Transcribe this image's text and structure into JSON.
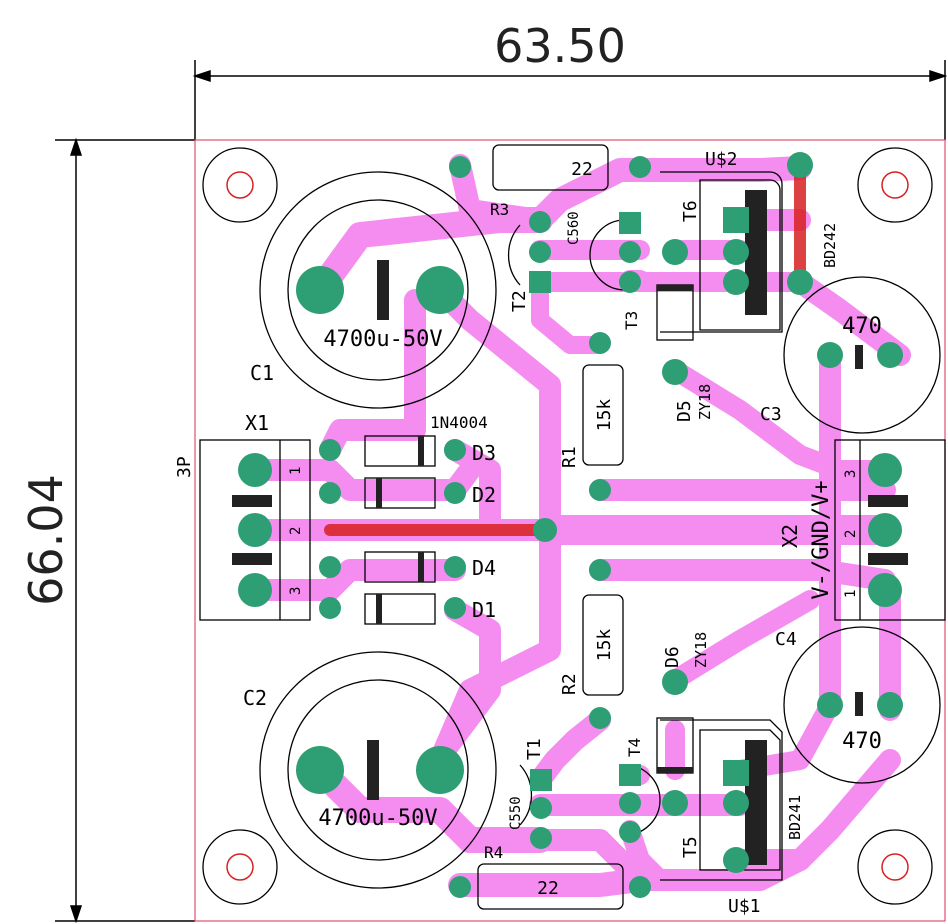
{
  "dimensions": {
    "width": "63.50",
    "height": "66.04"
  },
  "colors": {
    "trace": "#F58CF0",
    "pad": "#2E9E74",
    "pad_hole": "#F5EFB0",
    "bridge": "#D82020",
    "silk": "#000000",
    "outline": "#E05070"
  },
  "components": {
    "C1": {
      "name": "C1",
      "value": "4700u-50V"
    },
    "C2": {
      "name": "C2",
      "value": "4700u-50V"
    },
    "C3": {
      "name": "C3",
      "value": "470"
    },
    "C4": {
      "name": "C4",
      "value": "470"
    },
    "X1": {
      "name": "X1",
      "type": "3P",
      "pins": [
        "1",
        "2",
        "3"
      ]
    },
    "X2": {
      "name": "X2",
      "label": "V-/GND/V+",
      "pins": [
        "1",
        "2",
        "3"
      ]
    },
    "D1": "D1",
    "D2": "D2",
    "D3": "D3",
    "D4": "D4",
    "diode_type": "1N4004",
    "D5": {
      "name": "D5",
      "value": "ZY18"
    },
    "D6": {
      "name": "D6",
      "value": "ZY18"
    },
    "R1": {
      "name": "R1",
      "value": "15k"
    },
    "R2": {
      "name": "R2",
      "value": "15k"
    },
    "R3": {
      "name": "R3",
      "value": "22"
    },
    "R4": {
      "name": "R4",
      "value": "22"
    },
    "T1": {
      "name": "T1",
      "value": "C550"
    },
    "T2": {
      "name": "T2",
      "value": "C560"
    },
    "T3": "T3",
    "T4": "T4",
    "T5": "T5",
    "T6": "T6",
    "U1": {
      "name": "U$1",
      "value": "BD241"
    },
    "U2": {
      "name": "U$2",
      "value": "BD242"
    }
  }
}
